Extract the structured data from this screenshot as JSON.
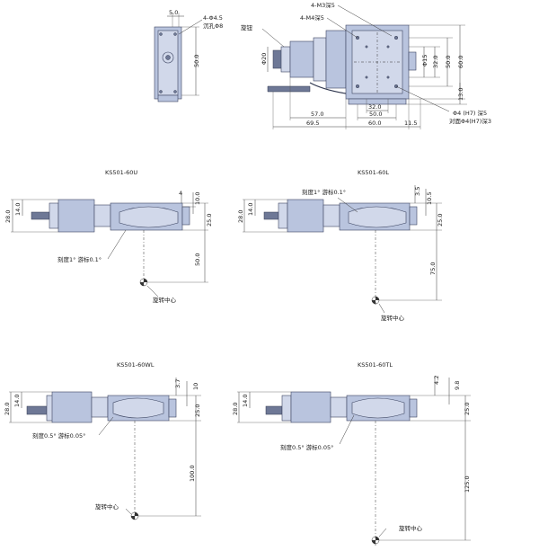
{
  "top_side": {
    "dims": [
      "5.0",
      "50.0"
    ],
    "callout": [
      "4-Φ4.5",
      "沉孔Φ8"
    ]
  },
  "top_front": {
    "callouts": [
      "4-M3深5",
      "4-M4深5",
      "旋钮"
    ],
    "dims_h": [
      "32.0",
      "50.0",
      "57.0",
      "60.0",
      "69.5",
      "11.5"
    ],
    "dims_v": [
      "Φ20",
      "Φ15",
      "32.0",
      "50.0",
      "60.0",
      "13.0"
    ],
    "note": [
      "Φ4 (H7) 深5",
      "对面Φ4(H7)深3"
    ]
  },
  "ks60u": {
    "title": "KS501-60U",
    "dims_left": [
      "28.0",
      "14.0"
    ],
    "dims_right": [
      "4",
      "10.0",
      "25.0",
      "50.0"
    ],
    "scale": "刻度1° 游标0.1°",
    "center_label": "旋转中心"
  },
  "ks60l": {
    "title": "KS501-60L",
    "dims_left": [
      "28.0",
      "14.0"
    ],
    "dims_right": [
      "3.5",
      "10.5",
      "25.0",
      "75.0"
    ],
    "scale": "刻度1° 游标0.1°",
    "center_label": "旋转中心"
  },
  "ks60wl": {
    "title": "KS501-60WL",
    "dims_left": [
      "28.0",
      "14.0"
    ],
    "dims_right": [
      "3.7",
      "10",
      "25.0",
      "100.0"
    ],
    "scale": "刻度0.5° 游标0.05°",
    "center_label": "旋转中心"
  },
  "ks60tl": {
    "title": "KS501-60TL",
    "dims_left": [
      "28.0",
      "14.0"
    ],
    "dims_right": [
      "4.2",
      "9.8",
      "25.0",
      "125.0"
    ],
    "scale": "刻度0.5° 游标0.05°",
    "center_label": "旋转中心"
  }
}
